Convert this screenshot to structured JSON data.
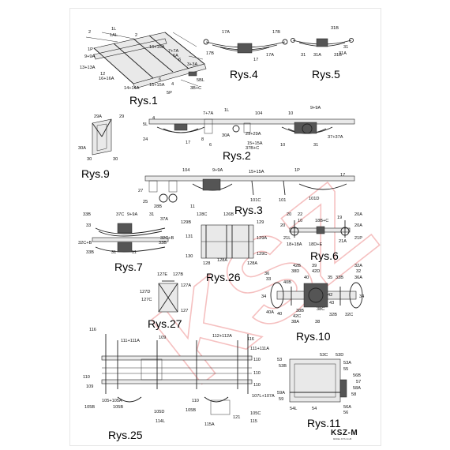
{
  "watermark": "KSZ",
  "logo": {
    "text": "KSZ-M",
    "tagline": "MODEL KITS CLUB"
  },
  "figures": {
    "rys1": {
      "title": "Rys.1",
      "labels": [
        "2",
        "1L",
        "1AL",
        "2",
        "1P",
        "9+9A",
        "13+13A",
        "12",
        "16+16A",
        "16+16A",
        "7+7A",
        "6A",
        "6",
        "3+3A",
        "5BL",
        "6",
        "15+15A",
        "14+14A",
        "4",
        "3B+C",
        "5P"
      ]
    },
    "rys4": {
      "title": "Rys.4",
      "labels": [
        "17A",
        "17B",
        "17B",
        "17",
        "17A"
      ]
    },
    "rys5": {
      "title": "Rys.5",
      "labels": [
        "31B",
        "31",
        "31A",
        "31",
        "31A",
        "31B"
      ]
    },
    "rys9": {
      "title": "Rys.9",
      "labels": [
        "29A",
        "29",
        "30A",
        "30",
        "30"
      ]
    },
    "rys2": {
      "title": "Rys.2",
      "labels": [
        "7+7A",
        "1L",
        "104",
        "10",
        "9+9A",
        "5L",
        "4",
        "24",
        "8",
        "6",
        "17",
        "30A",
        "29+29A",
        "15+15A",
        "37B+C",
        "10",
        "31",
        "37+37A"
      ]
    },
    "rys3": {
      "title": "Rys.3",
      "labels": [
        "104",
        "9+9A",
        "15+15A",
        "1P",
        "27",
        "17",
        "25",
        "28B",
        "11",
        "101C",
        "101",
        "101D"
      ]
    },
    "rys6": {
      "title": "Rys.6",
      "labels": [
        "20",
        "22",
        "10",
        "18B+C",
        "19",
        "20A",
        "20",
        "20A",
        "21L",
        "18+18A",
        "18D+E",
        "21A",
        "21P"
      ]
    },
    "rys7": {
      "title": "Rys.7",
      "labels": [
        "33B",
        "37C",
        "9+9A",
        "31",
        "37A",
        "33",
        "32C+B",
        "32C+B",
        "33B",
        "31",
        "11",
        "33B"
      ]
    },
    "rys26": {
      "title": "Rys.26",
      "labels": [
        "128C",
        "126B",
        "129B",
        "129",
        "131",
        "129A",
        "130",
        "129C",
        "128",
        "128A",
        "128A"
      ]
    },
    "rys27": {
      "title": "Rys.27",
      "labels": [
        "127E",
        "127B",
        "127D",
        "127A",
        "127C",
        "127"
      ]
    },
    "rys10": {
      "title": "Rys.10",
      "labels": [
        "42B",
        "39",
        "36",
        "38D",
        "42D",
        "32A",
        "33",
        "40B",
        "40",
        "35",
        "33B",
        "32",
        "36A",
        "34",
        "34",
        "42",
        "38B",
        "43",
        "40A",
        "40",
        "42C",
        "38C",
        "38A",
        "38",
        "32B",
        "32C"
      ]
    },
    "rys25": {
      "title": "Rys.25",
      "labels": [
        "116",
        "111+111A",
        "109",
        "112+112A",
        "116",
        "111+111A",
        "110",
        "110",
        "110",
        "109",
        "105+105A",
        "105B",
        "105B",
        "114L",
        "105D",
        "110",
        "105B",
        "107L+107A",
        "105C",
        "115A",
        "121",
        "115",
        "110"
      ]
    },
    "rys11": {
      "title": "Rys.11",
      "labels": [
        "53",
        "53C",
        "53D",
        "53B",
        "53A",
        "55",
        "56B",
        "57",
        "58A",
        "59A",
        "59",
        "54L",
        "54",
        "58",
        "56A",
        "56"
      ]
    }
  }
}
